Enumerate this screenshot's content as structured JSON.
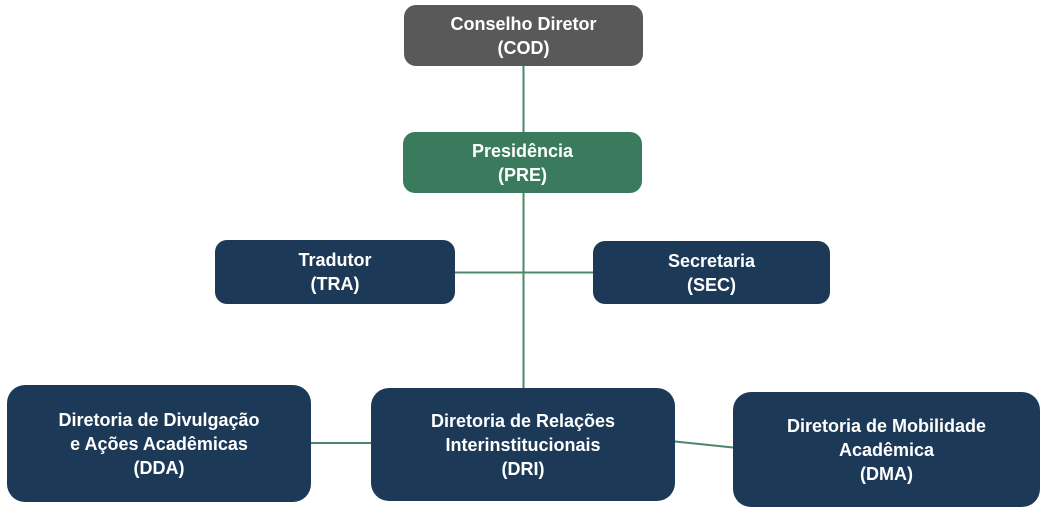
{
  "diagram": {
    "type": "org-chart",
    "nodes": [
      {
        "id": "cod",
        "title": "Conselho Diretor",
        "code": "(COD)"
      },
      {
        "id": "pre",
        "title": "Presidência",
        "code": "(PRE)"
      },
      {
        "id": "tra",
        "title": "Tradutor",
        "code": "(TRA)"
      },
      {
        "id": "sec",
        "title": "Secretaria",
        "code": "(SEC)"
      },
      {
        "id": "dda",
        "title": "Diretoria de Divulgação\ne Ações Acadêmicas",
        "code": "(DDA)"
      },
      {
        "id": "dri",
        "title": "Diretoria de Relações\nInterinstitucionais",
        "code": "(DRI)"
      },
      {
        "id": "dma",
        "title": "Diretoria de Mobilidade\nAcadêmica",
        "code": "(DMA)"
      }
    ],
    "edges": [
      {
        "from": "COD",
        "to": "PRE"
      },
      {
        "from": "PRE",
        "to": "DRI"
      },
      {
        "from": "TRA",
        "to": "SEC"
      },
      {
        "from": "DDA",
        "to": "DRI"
      },
      {
        "from": "DRI",
        "to": "DMA"
      }
    ],
    "colors": {
      "cod_fill": "#595959",
      "pre_fill": "#3A7B5D",
      "dept_fill": "#1C3A57",
      "connector": "#4C8768",
      "text": "#FFFFFF"
    }
  }
}
